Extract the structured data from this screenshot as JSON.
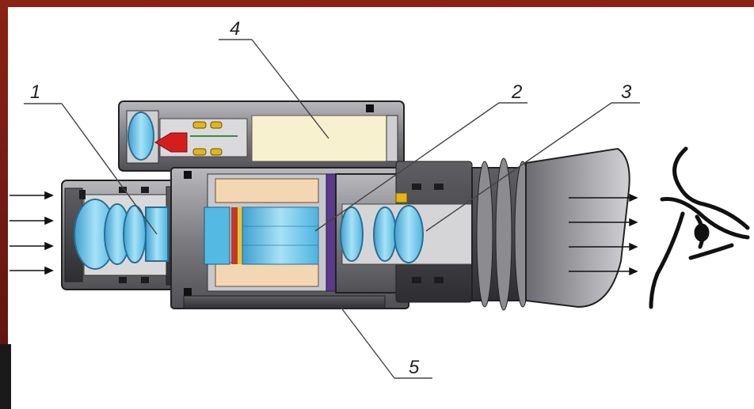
{
  "callouts": [
    {
      "id": "1",
      "label": "1"
    },
    {
      "id": "2",
      "label": "2"
    },
    {
      "id": "3",
      "label": "3"
    },
    {
      "id": "4",
      "label": "4"
    },
    {
      "id": "5",
      "label": "5"
    }
  ],
  "colors": {
    "frame": "#6e1a12",
    "housing": "#8a8a8e",
    "housing_dark": "#4a4a4e",
    "lens": "#6fc7ea",
    "battery": "#f7f1cf",
    "core": "#f2d7b2",
    "led": "#d41e1e",
    "accent_purple": "#5a3a8a"
  },
  "icons": [
    "incoming-light-arrow-icon",
    "outgoing-light-arrow-icon",
    "eye-icon"
  ]
}
